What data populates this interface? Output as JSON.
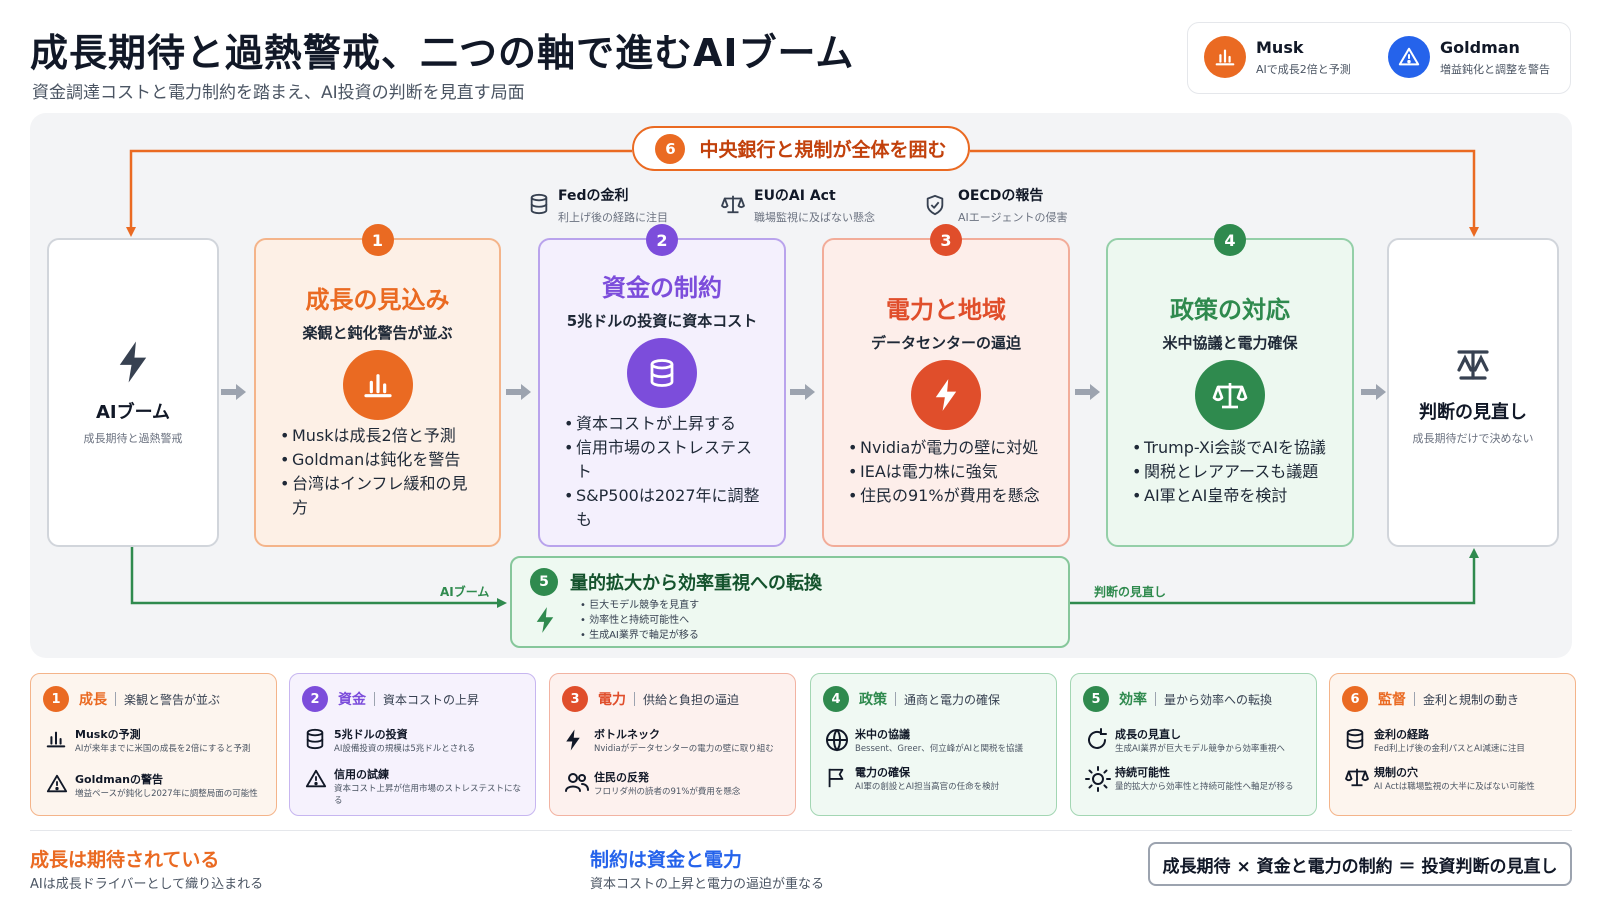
{
  "header": {
    "title": "成長期待と過熱警戒、二つの軸で進むAIブーム",
    "subtitle": "資金調達コストと電力制約を踏まえ、AI投資の判断を見直す局面"
  },
  "legend": [
    {
      "name": "Musk",
      "desc": "AIで成長2倍と予測",
      "icon": "bar-chart-icon",
      "color": "#ea6a22"
    },
    {
      "name": "Goldman",
      "desc": "増益鈍化と調整を警告",
      "icon": "warning-icon",
      "color": "#2563eb"
    }
  ],
  "colors": {
    "orange": "#ea6a22",
    "purple": "#7c4ddb",
    "red": "#e04e2b",
    "green": "#2f8a4e",
    "gray": "#6b7280"
  },
  "diagram": {
    "banner6": {
      "num": "6",
      "title": "中央銀行と規制が全体を囲む"
    },
    "annotations": [
      {
        "title": "Fedの金利",
        "sub": "利上げ後の経路に注目",
        "icon": "database-icon"
      },
      {
        "title": "EUのAI Act",
        "sub": "職場監視に及ばない懸念",
        "icon": "scale-icon"
      },
      {
        "title": "OECDの報告",
        "sub": "AIエージェントの侵害",
        "icon": "shield-icon"
      }
    ],
    "start": {
      "title": "AIブーム",
      "sub": "成長期待と過熱警戒",
      "icon": "lightning-icon"
    },
    "end": {
      "title": "判断の見直し",
      "sub": "成長期待だけで決めない",
      "icon": "balance-icon"
    },
    "cards": [
      {
        "num": "1",
        "title": "成長の見込み",
        "sub": "楽観と鈍化警告が並ぶ",
        "icon": "bar-chart-icon",
        "bullets": [
          "Muskは成長2倍と予測",
          "Goldmanは鈍化を警告",
          "台湾はインフレ緩和の見方"
        ]
      },
      {
        "num": "2",
        "title": "資金の制約",
        "sub": "5兆ドルの投資に資本コスト",
        "icon": "database-icon",
        "bullets": [
          "資本コストが上昇する",
          "信用市場のストレステスト",
          "S&P500は2027年に調整も"
        ]
      },
      {
        "num": "3",
        "title": "電力と地域",
        "sub": "データセンターの逼迫",
        "icon": "lightning-icon",
        "bullets": [
          "Nvidiaが電力の壁に対処",
          "IEAは電力株に強気",
          "住民の91%が費用を懸念"
        ]
      },
      {
        "num": "4",
        "title": "政策の対応",
        "sub": "米中協議と電力確保",
        "icon": "scale-icon",
        "bullets": [
          "Trump-Xi会談でAIを協議",
          "関税とレアアースも議題",
          "AI軍とAI皇帝を検討"
        ]
      }
    ],
    "box5": {
      "num": "5",
      "title": "量的拡大から効率重視への転換",
      "icon": "lightning-icon",
      "bullets": [
        "巨大モデル競争を見直す",
        "効率性と持続可能性へ",
        "生成AI業界で軸足が移る"
      ]
    },
    "flow_labels": {
      "left": "AIブーム",
      "right": "判断の見直し"
    }
  },
  "bottom_cards": [
    {
      "num": "1",
      "name": "成長",
      "desc": "楽観と警告が並ぶ",
      "color": "#ea6a22",
      "rows": [
        {
          "icon": "bar-chart-icon",
          "title": "Muskの予測",
          "sub": "AIが来年までに米国の成長を2倍にすると予測"
        },
        {
          "icon": "warning-icon",
          "title": "Goldmanの警告",
          "sub": "増益ペースが鈍化し2027年に調整局面の可能性"
        }
      ]
    },
    {
      "num": "2",
      "name": "資金",
      "desc": "資本コストの上昇",
      "color": "#7c4ddb",
      "rows": [
        {
          "icon": "database-icon",
          "title": "5兆ドルの投資",
          "sub": "AI設備投資の規模は5兆ドルとされる"
        },
        {
          "icon": "warning-icon",
          "title": "信用の試練",
          "sub": "資本コスト上昇が信用市場のストレステストになる"
        }
      ]
    },
    {
      "num": "3",
      "name": "電力",
      "desc": "供給と負担の逼迫",
      "color": "#e04e2b",
      "rows": [
        {
          "icon": "lightning-icon",
          "title": "ボトルネック",
          "sub": "Nvidiaがデータセンターの電力の壁に取り組む"
        },
        {
          "icon": "people-icon",
          "title": "住民の反発",
          "sub": "フロリダ州の読者の91%が費用を懸念"
        }
      ]
    },
    {
      "num": "4",
      "name": "政策",
      "desc": "通商と電力の確保",
      "color": "#2f8a4e",
      "rows": [
        {
          "icon": "globe-icon",
          "title": "米中の協議",
          "sub": "Bessent、Greer、何立峰がAIと関税を協議"
        },
        {
          "icon": "flag-icon",
          "title": "電力の確保",
          "sub": "AI軍の創設とAI担当高官の任命を検討"
        }
      ]
    },
    {
      "num": "5",
      "name": "効率",
      "desc": "量から効率への転換",
      "color": "#2f8a4e",
      "rows": [
        {
          "icon": "refresh-icon",
          "title": "成長の見直し",
          "sub": "生成AI業界が巨大モデル競争から効率重視へ"
        },
        {
          "icon": "sun-icon",
          "title": "持続可能性",
          "sub": "量的拡大から効率性と持続可能性へ軸足が移る"
        }
      ]
    },
    {
      "num": "6",
      "name": "監督",
      "desc": "金利と規制の動き",
      "color": "#ea6a22",
      "rows": [
        {
          "icon": "database-icon",
          "title": "金利の経路",
          "sub": "Fed利上げ後の金利パスとAI減速に注目"
        },
        {
          "icon": "scale-icon",
          "title": "規制の穴",
          "sub": "AI Actは職場監視の大半に及ばない可能性"
        }
      ]
    }
  ],
  "footer": {
    "left_title": "成長は期待されている",
    "left_sub": "AIは成長ドライバーとして織り込まれる",
    "mid_title": "制約は資金と電力",
    "mid_sub": "資本コストの上昇と電力の逼迫が重なる",
    "formula": "成長期待 × 資金と電力の制約 ＝ 投資判断の見直し"
  }
}
